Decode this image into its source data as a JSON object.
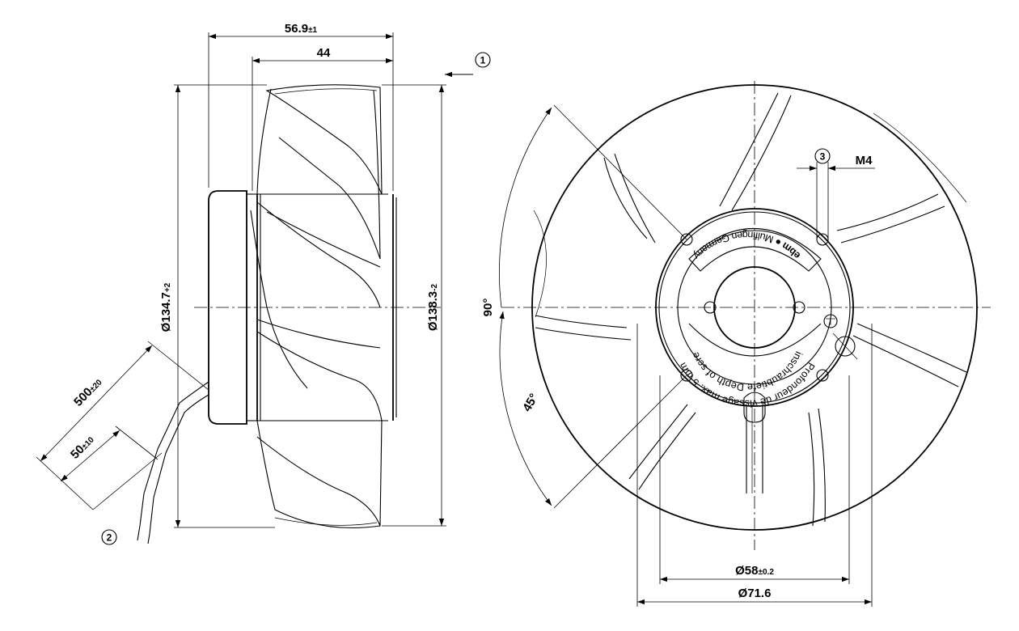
{
  "dimensions": {
    "overall_depth": {
      "main": "56.9",
      "tol": "±1"
    },
    "body_depth": {
      "main": "44"
    },
    "inner_diameter": {
      "main": "Ø134.7",
      "tol": "+2"
    },
    "outer_diameter": {
      "main": "Ø138.3",
      "tol": "-2"
    },
    "lead_length": {
      "main": "500",
      "tol": "±20"
    },
    "strip_length": {
      "main": "50",
      "tol": "±10"
    },
    "thread": "M4",
    "angle_quarter": "90°",
    "angle_half": "45°",
    "bolt_circle": {
      "main": "Ø58",
      "tol": "±0.2"
    },
    "hub_diameter": "Ø71.6"
  },
  "callouts": {
    "airflow": "1",
    "cable": "2",
    "screw_depth": "3"
  },
  "hub_text": {
    "depth_line1": "Einschraubtiefe Depth of screw",
    "depth_line2": "Profondeur de vissage max. 5 mm",
    "maker_brand": "ebm",
    "maker_place": "Mulfingen Germany"
  }
}
